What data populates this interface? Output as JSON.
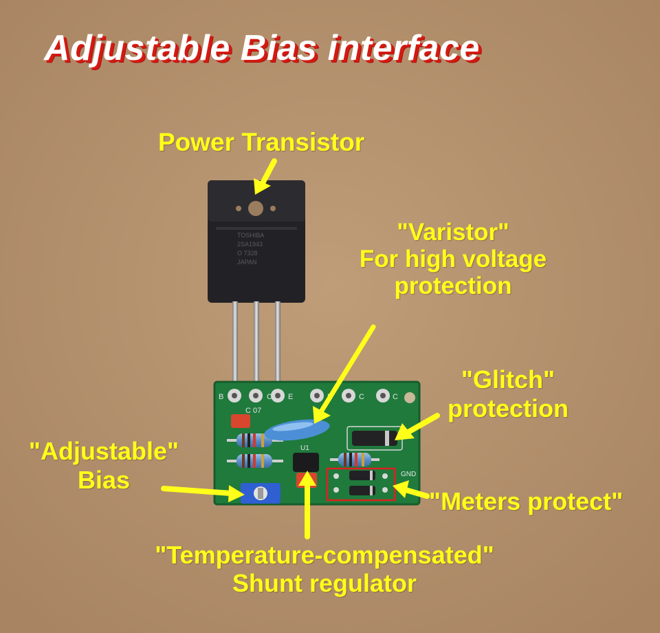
{
  "title": "Adjustable Bias interface",
  "colors": {
    "label": "#ffff1a",
    "title_text": "#ffffff",
    "title_shadow": "#d41a12",
    "board": "#1f7a3c",
    "background": "#b3916c"
  },
  "labels": {
    "power_transistor": "Power Transistor",
    "varistor": {
      "line1": "\"Varistor\"",
      "line2": "For high voltage",
      "line3": "protection"
    },
    "glitch": {
      "line1": "\"Glitch\"",
      "line2": "protection"
    },
    "adjustable": {
      "line1": "\"Adjustable\"",
      "line2": "Bias"
    },
    "meters": "\"Meters protect\"",
    "temperature": {
      "line1": "\"Temperature-compensated\"",
      "line2": "Shunt regulator"
    }
  },
  "board_text": {
    "pads": [
      "B",
      "C",
      "E",
      "E",
      "C",
      "C"
    ],
    "c07": "C 07",
    "gnd": "GND",
    "ic": "U1",
    "transistor_marking": [
      "TOSHIBA",
      "2SA1943",
      "O 7328",
      "JAPAN"
    ]
  }
}
